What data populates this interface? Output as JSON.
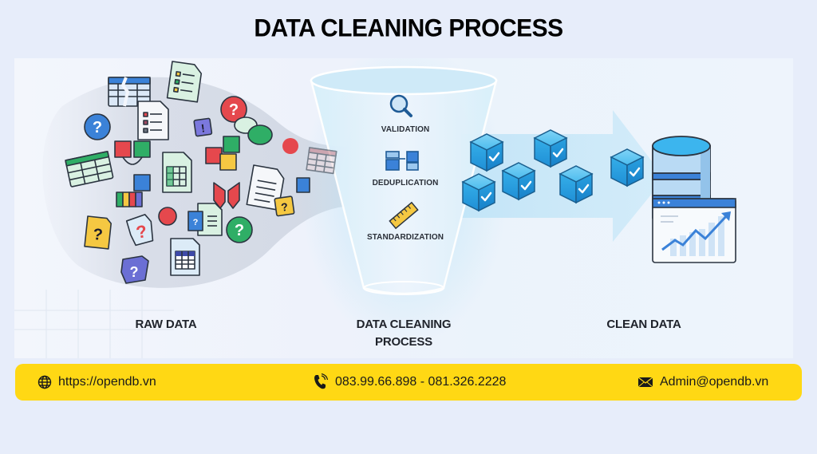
{
  "title": "DATA CLEANING PROCESS",
  "stages": [
    {
      "label": "RAW DATA"
    },
    {
      "label_line1": "DATA CLEANING",
      "label_line2": "PROCESS"
    },
    {
      "label": "CLEAN DATA"
    }
  ],
  "funnel_steps": [
    {
      "label": "VALIDATION",
      "icon": "magnifier-icon"
    },
    {
      "label": "DEDUPLICATION",
      "icon": "merge-blocks-icon"
    },
    {
      "label": "STANDARDIZATION",
      "icon": "ruler-icon"
    }
  ],
  "clean_data_icons": [
    "checked-cube-icon",
    "database-icon",
    "growth-chart-window-icon"
  ],
  "contact": {
    "website": {
      "icon": "globe-icon",
      "text": "https://opendb.vn"
    },
    "phone": {
      "icon": "phone-icon",
      "text": "083.99.66.898 - 081.326.2228"
    },
    "email": {
      "icon": "envelope-icon",
      "text": "Admin@opendb.vn"
    }
  },
  "colors": {
    "background": "#e7edfa",
    "contact_bar": "#ffd814",
    "cube_blue": "#29a9e6",
    "db_blue": "#3cb5ee",
    "red": "#e5484d",
    "green": "#2fae66",
    "yellow": "#f5c842",
    "blue": "#3b82d8",
    "purple": "#6b6fd4"
  }
}
